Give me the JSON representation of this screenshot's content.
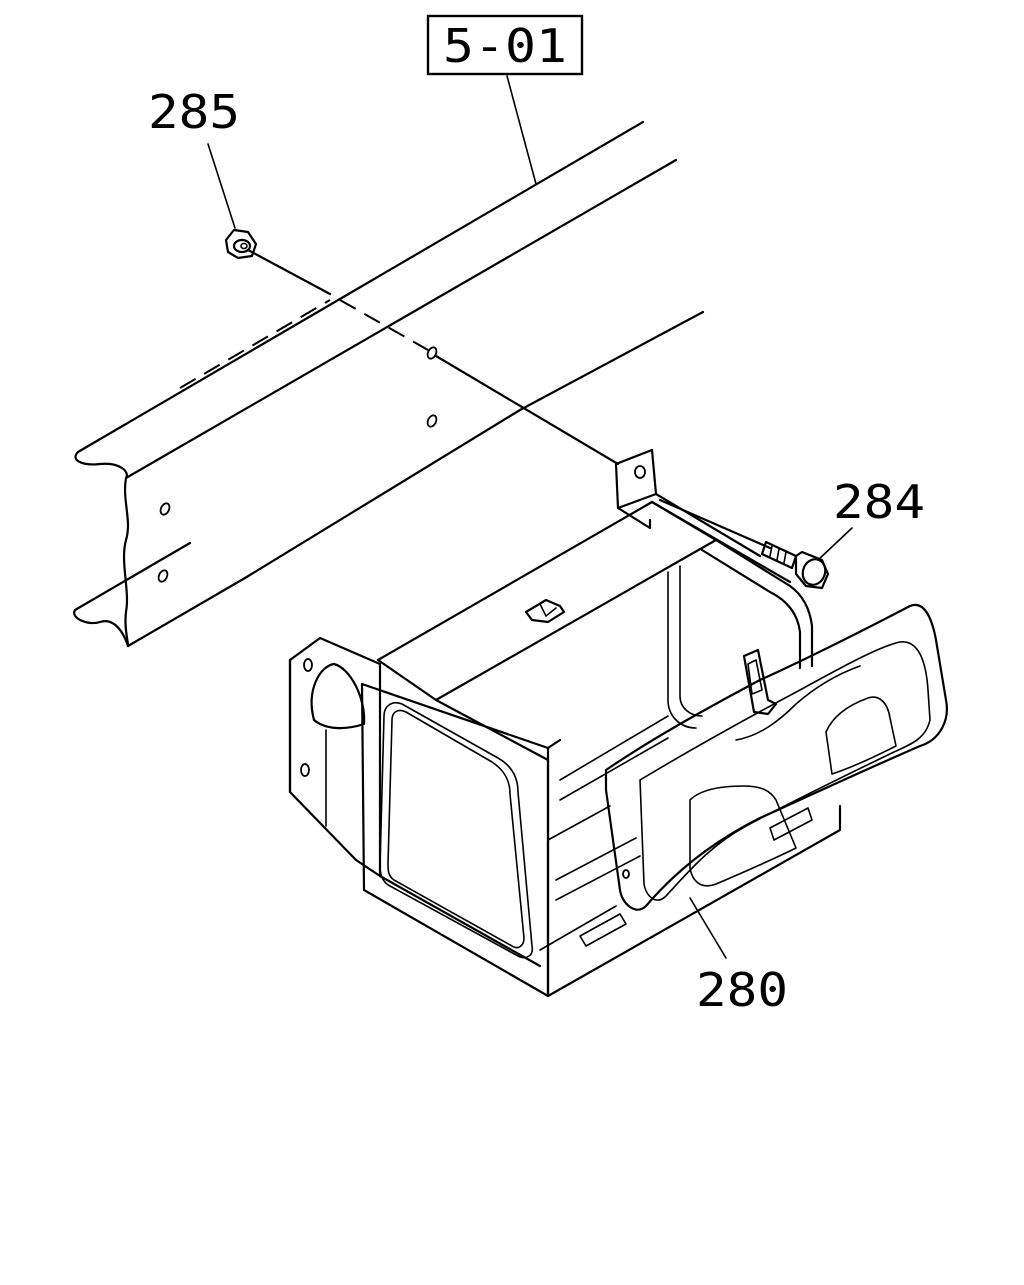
{
  "reference_box": {
    "label": "5-01"
  },
  "callouts": [
    {
      "id": "285"
    },
    {
      "id": "284"
    },
    {
      "id": "280"
    }
  ]
}
